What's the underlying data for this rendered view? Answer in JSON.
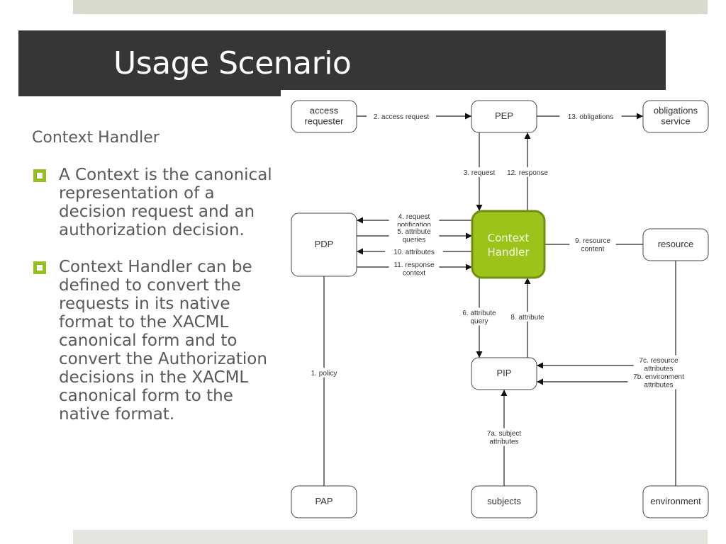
{
  "slide": {
    "title": "Usage Scenario",
    "subheading": "Context Handler",
    "bullets": [
      "A Context is the canonical representation of a decision request and an authorization decision.",
      "Context Handler can be defined to convert the requests in its native format to the XACML canonical form and to convert the  Authorization decisions in the XACML canonical form to the native format."
    ],
    "accent_color": "#93c01f"
  },
  "diagram": {
    "nodes": {
      "access_requester": [
        "access",
        "requester"
      ],
      "pep": [
        "PEP"
      ],
      "obligations_service": [
        "obligations",
        "service"
      ],
      "pdp": [
        "PDP"
      ],
      "context_handler": [
        "Context",
        "Handler"
      ],
      "resource": [
        "resource"
      ],
      "pip": [
        "PIP"
      ],
      "pap": [
        "PAP"
      ],
      "subjects": [
        "subjects"
      ],
      "environment": [
        "environment"
      ]
    },
    "edges": {
      "e1": [
        "1. policy"
      ],
      "e2": [
        "2. access request"
      ],
      "e3": [
        "3. request"
      ],
      "e4": [
        "4. request",
        "notification"
      ],
      "e5": [
        "5. attribute",
        "queries"
      ],
      "e6": [
        "6. attribute",
        "query"
      ],
      "e7a": [
        "7a. subject",
        "attributes"
      ],
      "e7b": [
        "7b. environment",
        "attributes"
      ],
      "e7c": [
        "7c. resource",
        "attributes"
      ],
      "e8": [
        "8. attribute"
      ],
      "e9": [
        "9. resource",
        "content"
      ],
      "e10": [
        "10. attributes"
      ],
      "e11": [
        "11. response",
        "context"
      ],
      "e12": [
        "12. response"
      ],
      "e13": [
        "13. obligations"
      ]
    },
    "context_handler_color": "#9cc31a"
  }
}
